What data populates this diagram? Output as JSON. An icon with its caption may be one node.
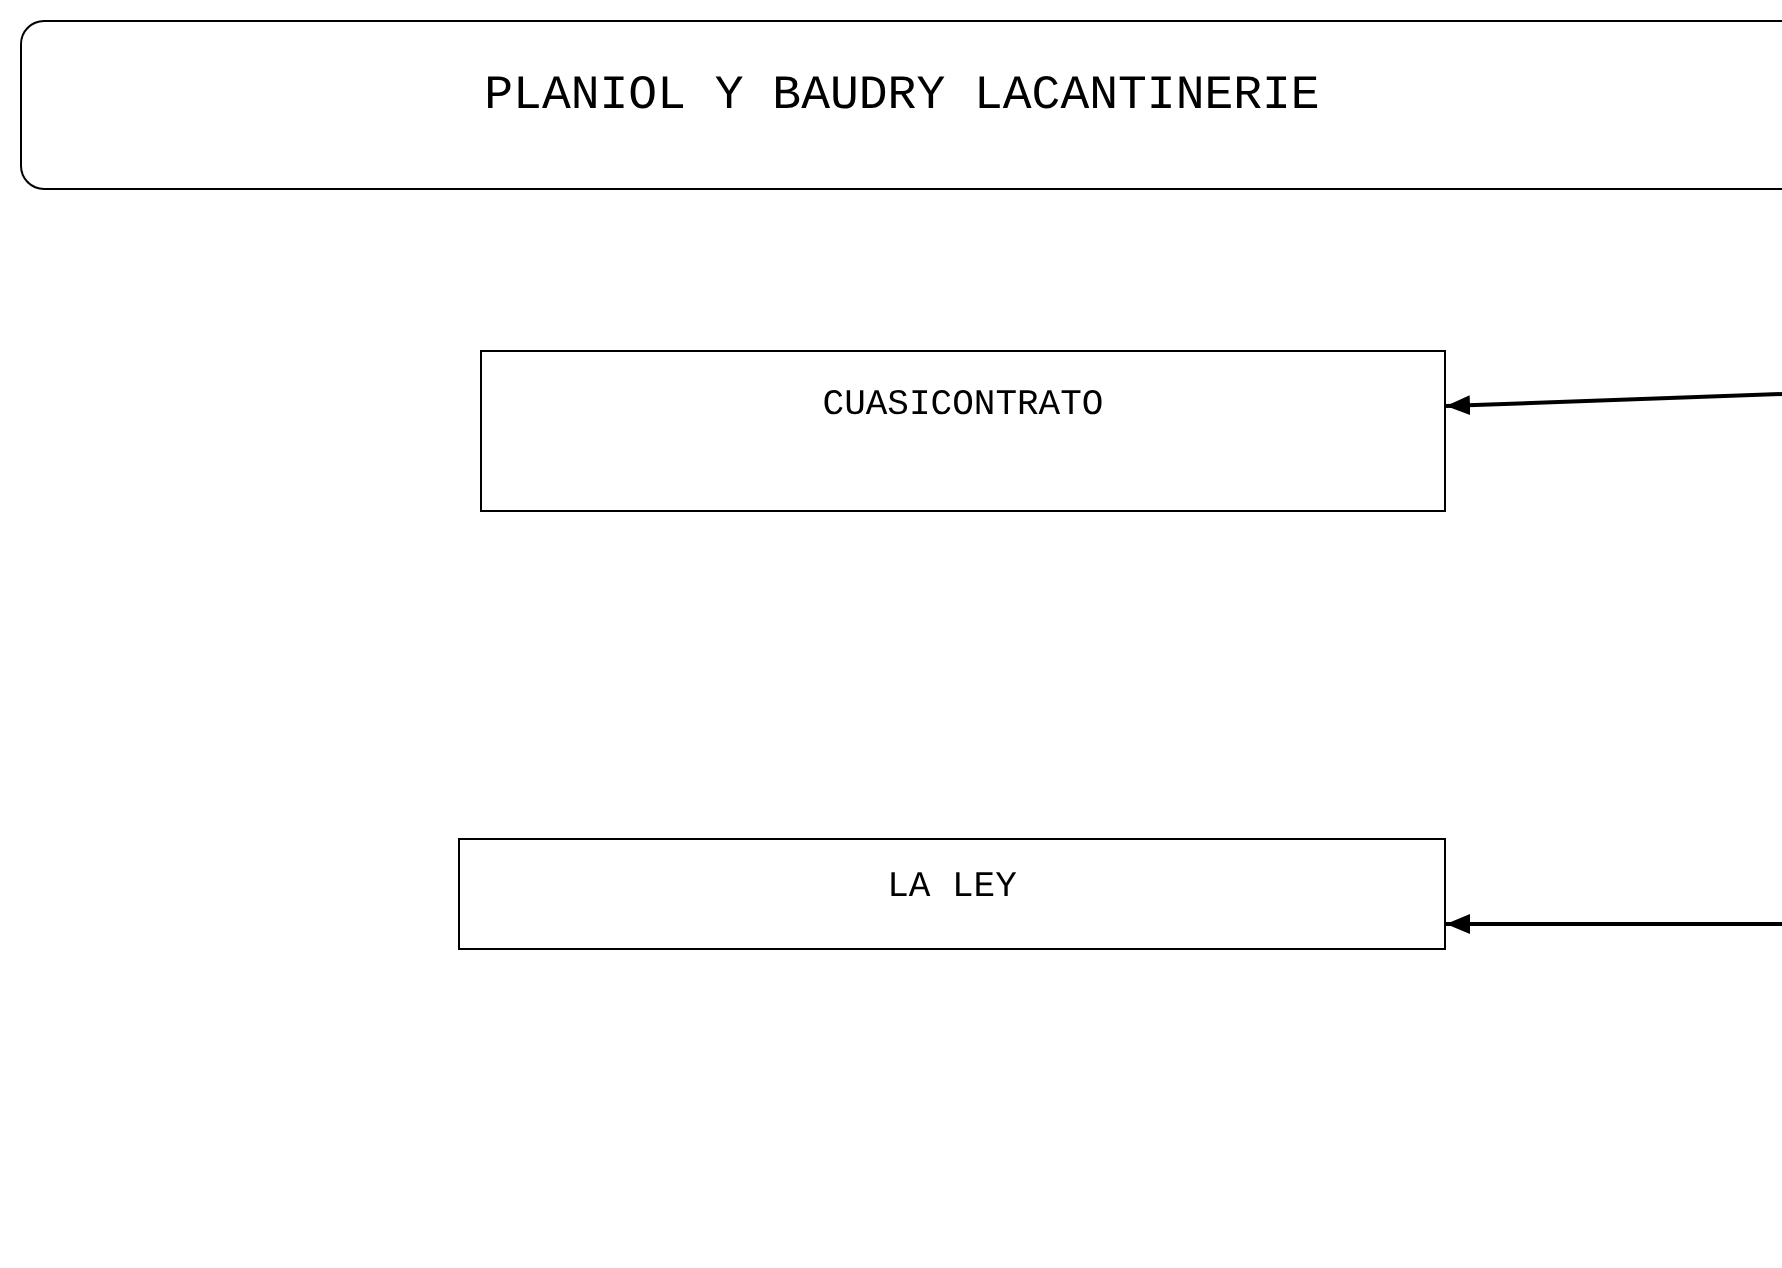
{
  "diagram": {
    "nodes": [
      {
        "text": [
          "PLANIOL Y BAUDRY LACANTINERIE"
        ]
      },
      {
        "text": [
          "CUASICONTRATO"
        ]
      },
      {
        "text": [
          "LA LEY"
        ]
      }
    ],
    "edges": [
      {
        "from": null,
        "to": 1,
        "arrow": "to"
      },
      {
        "from": null,
        "to": 2,
        "arrow": "to"
      }
    ]
  }
}
